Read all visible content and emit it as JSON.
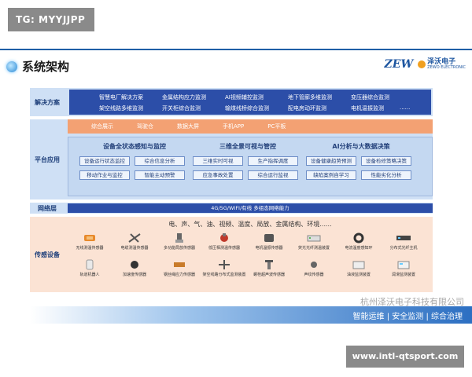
{
  "tag": "TG: MYYJJPP",
  "page_title": "系统架构",
  "logo": {
    "mark": "ZEW",
    "cn": "泽沃电子",
    "en": "ZEWO ELECTRONIC",
    "accent": "#f0a020"
  },
  "rows": {
    "solutions": {
      "label": "解决方案",
      "items": [
        "智慧电厂解决方案",
        "金属结构应力监测",
        "AI视频辅控监测",
        "地下管廊多维监测",
        "变压器综合监测",
        "架空线路多维监测",
        "开关柜综合监测",
        "输煤线桥综合监测",
        "配电房动环监测",
        "电机温振监测",
        "......"
      ]
    },
    "platform": {
      "label": "平台应用",
      "top_items": [
        "综合展示",
        "驾驶仓",
        "数据大屏",
        "手机APP",
        "PC平板"
      ],
      "columns": [
        {
          "title": "设备全状态感知与监控",
          "buttons": [
            "设备运行状态监控",
            "综合信息分析",
            "移动作业与监控",
            "智能主动预警"
          ]
        },
        {
          "title": "三维全景可视与管控",
          "buttons": [
            "三维实时可视",
            "生产指挥调度",
            "应急事故处置",
            "综合运行监视"
          ]
        },
        {
          "title": "AI分析与大数据决策",
          "buttons": [
            "设备健康趋势预测",
            "设备检修策略决策",
            "缺陷案例自学习",
            "性能劣化分析"
          ]
        }
      ]
    },
    "network": {
      "label": "网络层",
      "text": "4G/5G/WIFI/有线  多组态网络能力"
    },
    "sensing": {
      "label": "传感设备",
      "header": "电、声、气、油、视频、温度、局放、金属结构、环境......",
      "sensors_row1": [
        "无线测温传感器",
        "电缆测温传感器",
        "多功能局放传感器",
        "低压相测温传感器",
        "电机温振传感器",
        "荧光光纤测温装置",
        "电流温度感知环",
        "分布式光纤主机"
      ],
      "sensors_row2": [
        "轨道机器人",
        "加速度传感器",
        "钢丝绳应力传感器",
        "架空线路分布式监测装置",
        "螺栓超声波传感器",
        "声纹传感器",
        "油液监测装置",
        "润滑监测装置"
      ]
    }
  },
  "watermark": "杭州泽沃电子科技有限公司",
  "footer": "智能运维  |  安全监测  |  综合治理",
  "url_badge": "www.intl-qtsport.com"
}
